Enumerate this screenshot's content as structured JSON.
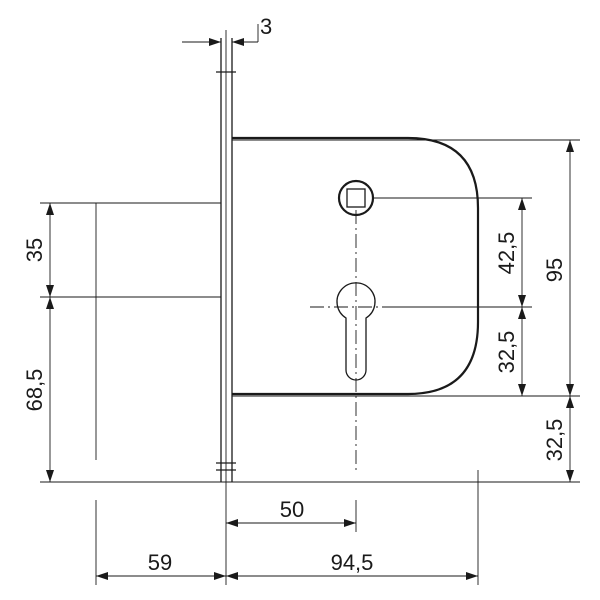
{
  "dimensions": {
    "plate_thickness": "3",
    "height_total": "95",
    "key_upper": "42,5",
    "key_lower": "32,5",
    "bottom_offset": "32,5",
    "upper_left": "35",
    "lower_left": "68,5",
    "backset": "50",
    "left_depth": "59",
    "body_width": "94,5"
  }
}
